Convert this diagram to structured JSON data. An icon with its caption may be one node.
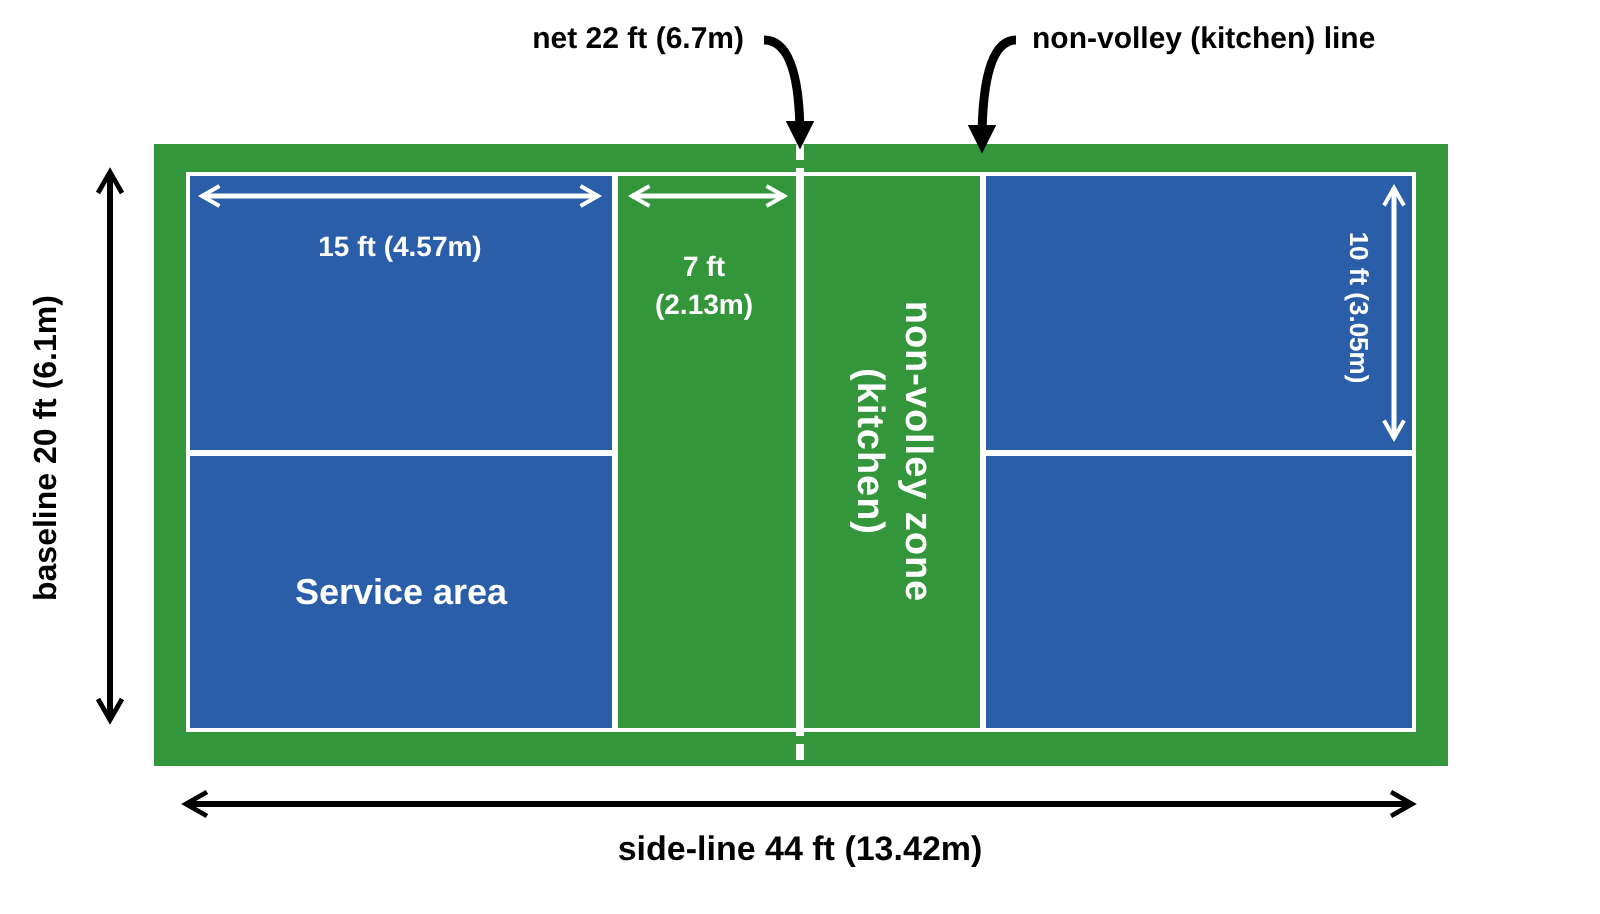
{
  "diagram": {
    "nodes": [
      {
        "text": [
          "net 22 ft (6.7m)"
        ]
      },
      {
        "text": [
          "non-volley (kitchen) line"
        ]
      },
      {
        "text": [],
        "shape": "box"
      },
      {
        "text": [],
        "shape": "box",
        "in": 2
      },
      {
        "text": [
          "Service area"
        ],
        "in": 2
      },
      {
        "text": [],
        "shape": "box",
        "in": 2
      },
      {
        "text": [],
        "shape": "bar",
        "in": 2
      },
      {
        "text": [
          "non-volley zone (kitchen)"
        ],
        "in": 2
      },
      {
        "text": [],
        "shape": "bar",
        "in": 2
      },
      {
        "text": [],
        "shape": "box",
        "in": 2
      },
      {
        "text": [],
        "shape": "box",
        "in": 2
      }
    ],
    "edges": [
      {
        "from": 0,
        "to": 6,
        "arrow": "to"
      },
      {
        "from": 1,
        "to": 8,
        "arrow": "to"
      }
    ],
    "labels": [
      "15 ft (4.57m)",
      "7 ft (2.13m)",
      "10 ft (3.05m)",
      "baseline 20 ft (6.1m)",
      "side-line 44 ft (13.42m)"
    ]
  }
}
